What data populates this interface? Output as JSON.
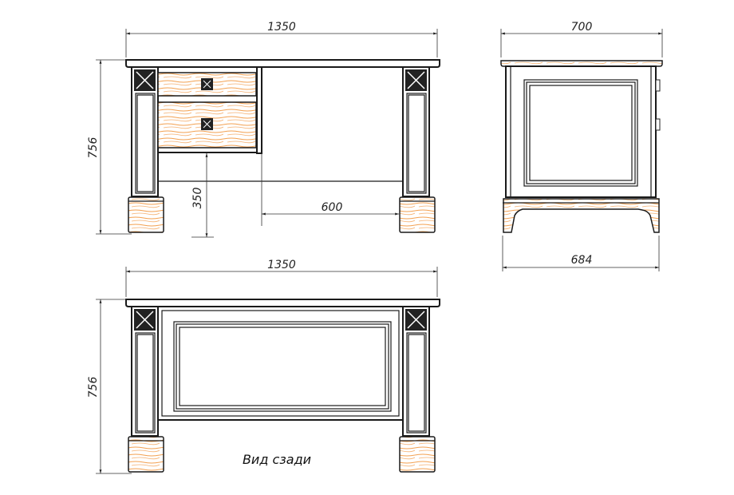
{
  "drawing": {
    "front_view": {
      "width_label": "1350",
      "height_label": "756",
      "drawer_clearance_label": "350",
      "knee_space_label": "600"
    },
    "side_view": {
      "top_depth_label": "700",
      "base_depth_label": "684"
    },
    "rear_view": {
      "width_label": "1350",
      "height_label": "756",
      "caption": "Вид сзади"
    },
    "colors": {
      "wood": "#f3a050",
      "line": "#1a1a1a"
    }
  }
}
